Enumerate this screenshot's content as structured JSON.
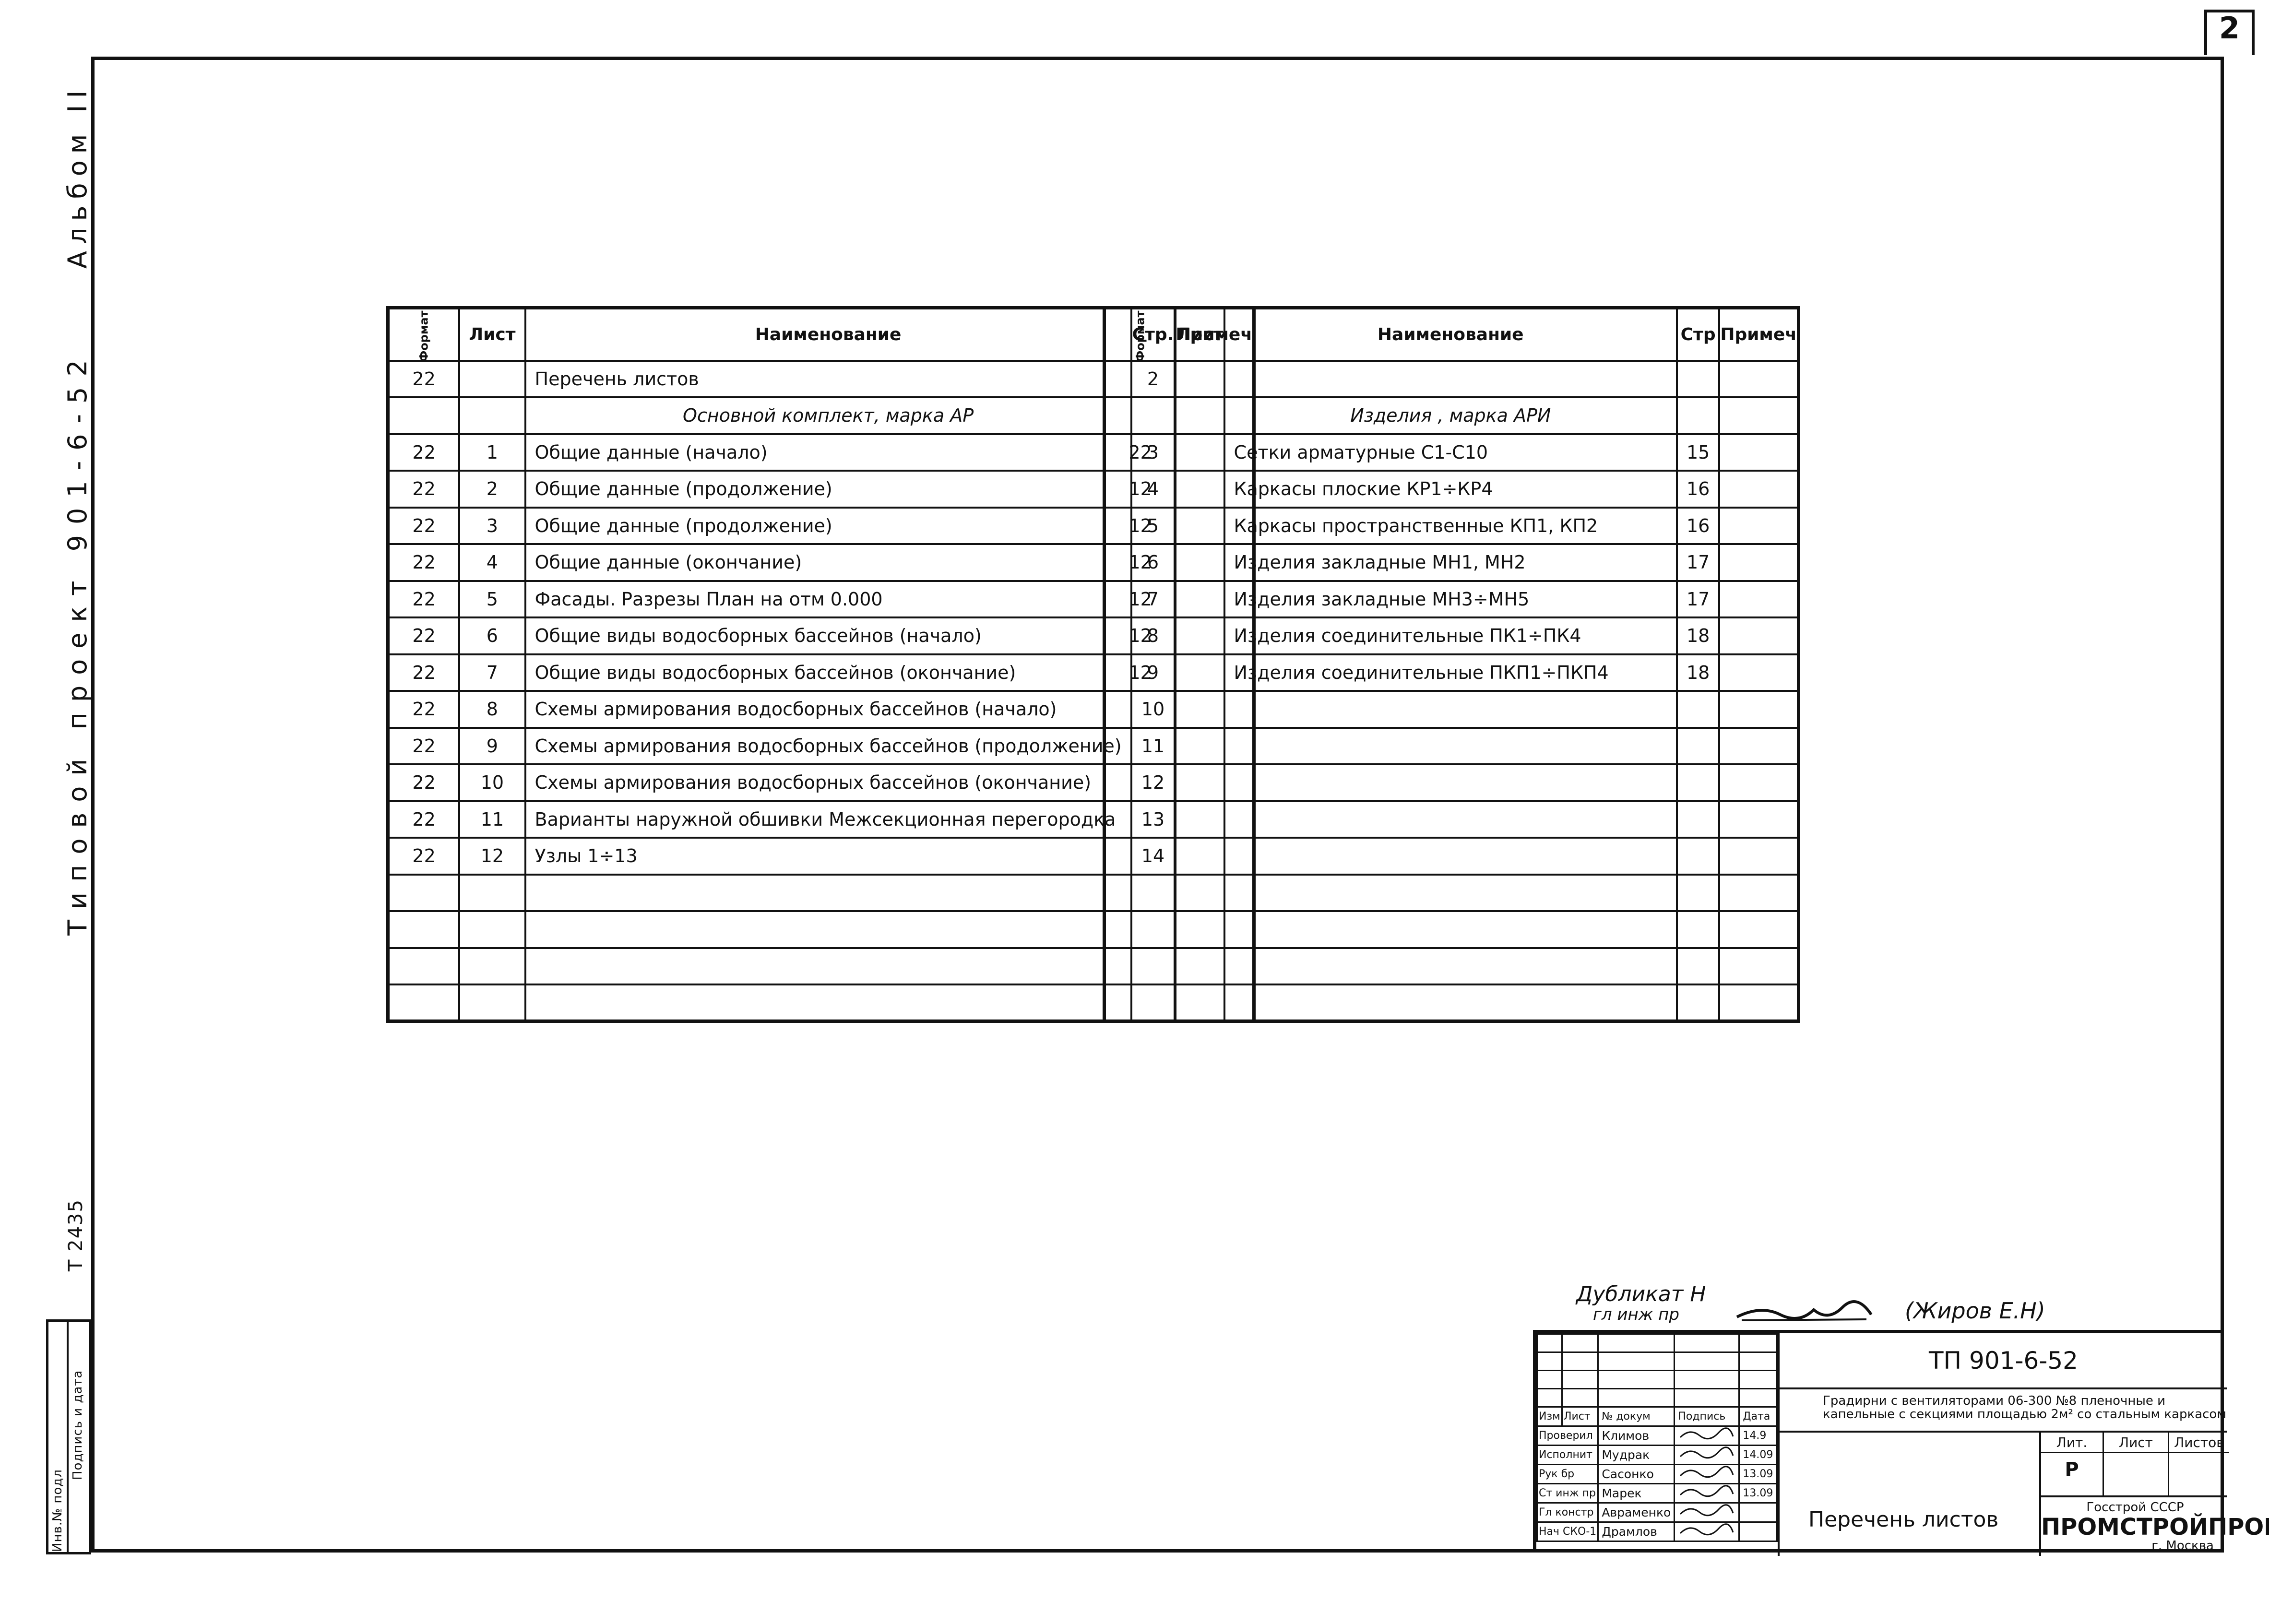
{
  "sheet_number": "2",
  "side": {
    "album": "Альбом II",
    "project": "Типовой проект 901-6-52",
    "inv_note": "Т 2435",
    "stamp_cols": [
      "Инв.№ подл",
      "Подпись и дата"
    ]
  },
  "left_table": {
    "headers": {
      "format": "Формат",
      "sheet": "Лист",
      "name": "Наименование",
      "page": "Стр.",
      "note": "Примеч"
    },
    "rows": [
      {
        "format": "22",
        "sheet": "",
        "name": "Перечень листов",
        "page": "2"
      },
      {
        "section": "Основной комплект, марка АР"
      },
      {
        "format": "22",
        "sheet": "1",
        "name": "Общие данные (начало)",
        "page": "3"
      },
      {
        "format": "22",
        "sheet": "2",
        "name": "Общие данные (продолжение)",
        "page": "4"
      },
      {
        "format": "22",
        "sheet": "3",
        "name": "Общие данные (продолжение)",
        "page": "5"
      },
      {
        "format": "22",
        "sheet": "4",
        "name": "Общие данные (окончание)",
        "page": "6"
      },
      {
        "format": "22",
        "sheet": "5",
        "name": "Фасады. Разрезы План на отм 0.000",
        "page": "7"
      },
      {
        "format": "22",
        "sheet": "6",
        "name": "Общие виды водосборных бассейнов (начало)",
        "page": "8"
      },
      {
        "format": "22",
        "sheet": "7",
        "name": "Общие виды водосборных бассейнов (окончание)",
        "page": "9"
      },
      {
        "format": "22",
        "sheet": "8",
        "name": "Схемы армирования водосборных бассейнов (начало)",
        "page": "10"
      },
      {
        "format": "22",
        "sheet": "9",
        "name": "Схемы армирования водосборных бассейнов (продолжение)",
        "page": "11"
      },
      {
        "format": "22",
        "sheet": "10",
        "name": "Схемы армирования водосборных бассейнов (окончание)",
        "page": "12"
      },
      {
        "format": "22",
        "sheet": "11",
        "name": "Варианты наружной обшивки Межсекционная перегородка",
        "page": "13"
      },
      {
        "format": "22",
        "sheet": "12",
        "name": "Узлы 1÷13",
        "page": "14"
      },
      {},
      {},
      {},
      {}
    ]
  },
  "right_table": {
    "headers": {
      "format": "Формат",
      "sheet": "Лист",
      "name": "Наименование",
      "page": "Стр",
      "note": "Примеч"
    },
    "rows": [
      {},
      {
        "section": "Изделия , марка АРИ"
      },
      {
        "format": "22",
        "name": "Сетки арматурные С1-С10",
        "page": "15"
      },
      {
        "format": "12",
        "name": "Каркасы плоские КР1÷КР4",
        "page": "16"
      },
      {
        "format": "12",
        "name": "Каркасы пространственные КП1, КП2",
        "page": "16"
      },
      {
        "format": "12",
        "name": "Изделия закладные МН1, МН2",
        "page": "17"
      },
      {
        "format": "12",
        "name": "Изделия закладные МН3÷МН5",
        "page": "17"
      },
      {
        "format": "12",
        "name": "Изделия соединительные ПК1÷ПК4",
        "page": "18"
      },
      {
        "format": "12",
        "name": "Изделия соединительные ПКП1÷ПКП4",
        "page": "18"
      },
      {},
      {},
      {},
      {},
      {},
      {},
      {},
      {},
      {}
    ]
  },
  "duplicate_note": {
    "line1": "Дубликат Н",
    "line2": "гл инж пр",
    "name": "(Жиров Е.Н)"
  },
  "stamp": {
    "code": "ТП 901-6-52",
    "description": "Градирни с вентиляторами 06-300 №8 пленочные и капельные с секциями площадью 2м² со стальным каркасом",
    "title": "Перечень листов",
    "org_top": "Госстрой СССР",
    "org_name": "ПРОМСТРОЙПРОЕКТ",
    "org_city": "г. Москва",
    "stage_headers": [
      "Лит.",
      "Лист",
      "Листов"
    ],
    "stage": "Р",
    "col_headers": [
      "Изм",
      "Лист",
      "№ докум",
      "Подпись",
      "Дата"
    ],
    "people": [
      {
        "role": "Проверил",
        "name": "Климов",
        "date": "14.9"
      },
      {
        "role": "Исполнит",
        "name": "Мудрак",
        "date": "14.09"
      },
      {
        "role": "Рук бр",
        "name": "Сасонко",
        "date": "13.09"
      },
      {
        "role": "Ст инж пр",
        "name": "Марек",
        "date": "13.09"
      },
      {
        "role": "Гл констр",
        "name": "Авраменко",
        "date": ""
      },
      {
        "role": "Нач СКО-1",
        "name": "Драмлов",
        "date": ""
      }
    ]
  },
  "colors": {
    "ink": "#111111",
    "paper": "#ffffff"
  }
}
